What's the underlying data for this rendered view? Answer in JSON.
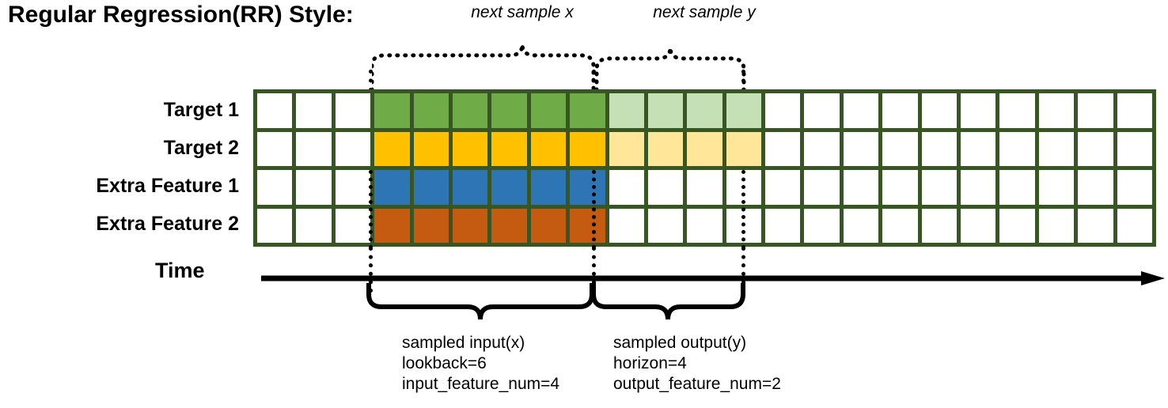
{
  "title": "Regular Regression(RR) Style:",
  "rows": [
    {
      "label": "Target 1",
      "name": "target-1"
    },
    {
      "label": "Target 2",
      "name": "target-2"
    },
    {
      "label": "Extra Feature 1",
      "name": "extra-feature-1"
    },
    {
      "label": "Extra Feature 2",
      "name": "extra-feature-2"
    }
  ],
  "grid": {
    "total_columns": 23,
    "pad_before": 3,
    "lookback_columns": 6,
    "horizon_columns": 4,
    "pad_after": 10,
    "row_fills": [
      {
        "name": "target-1",
        "input": "green",
        "output": "green-lt"
      },
      {
        "name": "target-2",
        "input": "yellow",
        "output": "yellow-lt"
      },
      {
        "name": "extra-feature-1",
        "input": "blue",
        "output": ""
      },
      {
        "name": "extra-feature-2",
        "input": "orange",
        "output": ""
      }
    ]
  },
  "axis": {
    "time_label": "Time"
  },
  "top_labels": {
    "next_x": "next sample x",
    "next_y": "next sample y"
  },
  "annotations": {
    "input": "sampled input(x)\nlookback=6\ninput_feature_num=4",
    "output": "sampled output(y)\nhorizon=4\noutput_feature_num=2"
  },
  "colors": {
    "border": "#375623",
    "green": "#6fab47",
    "green_light": "#c5e0b4",
    "yellow": "#ffc000",
    "yellow_light": "#ffe699",
    "blue": "#2e75b6",
    "orange": "#c55a11",
    "line": "#000000"
  }
}
